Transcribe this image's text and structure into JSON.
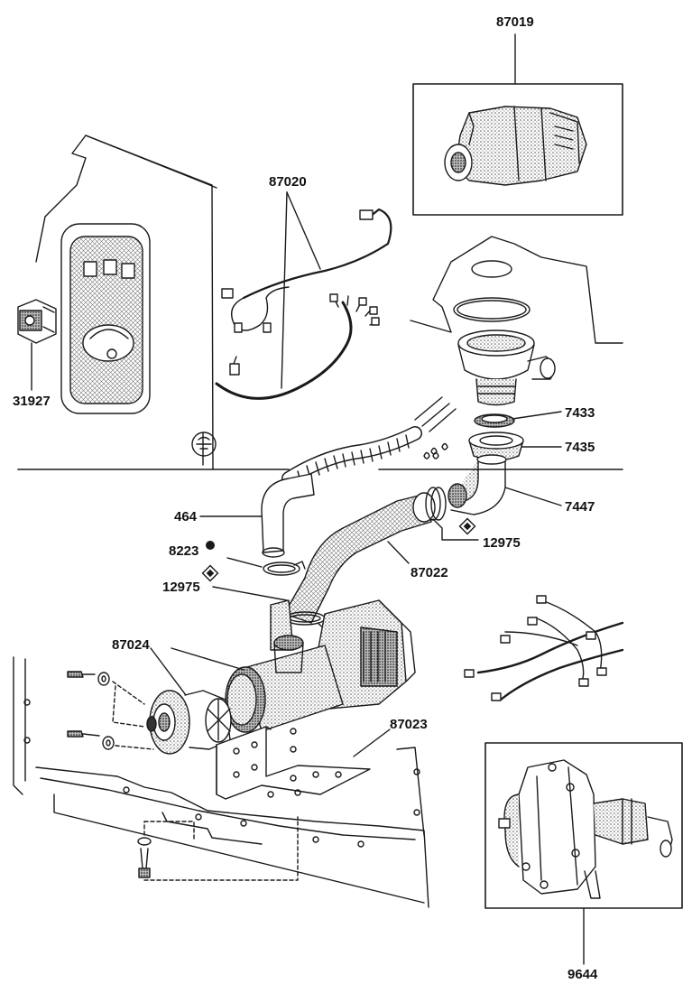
{
  "diagram": {
    "part_labels": {
      "p87019": "87019",
      "p87020": "87020",
      "p31927": "31927",
      "p7433": "7433",
      "p7435": "7435",
      "p7447": "7447",
      "p464": "464",
      "p8223": "8223",
      "p12975_right": "12975",
      "p12975_left": "12975",
      "p87022": "87022",
      "p87024": "87024",
      "p87023": "87023",
      "p9644": "9644"
    },
    "symbols": {
      "filled_circle": "●",
      "diamond": "◆"
    },
    "colors": {
      "ink": "#1a1a1a",
      "stipple": "#9a9a9a",
      "dark_fill": "#555555"
    }
  }
}
